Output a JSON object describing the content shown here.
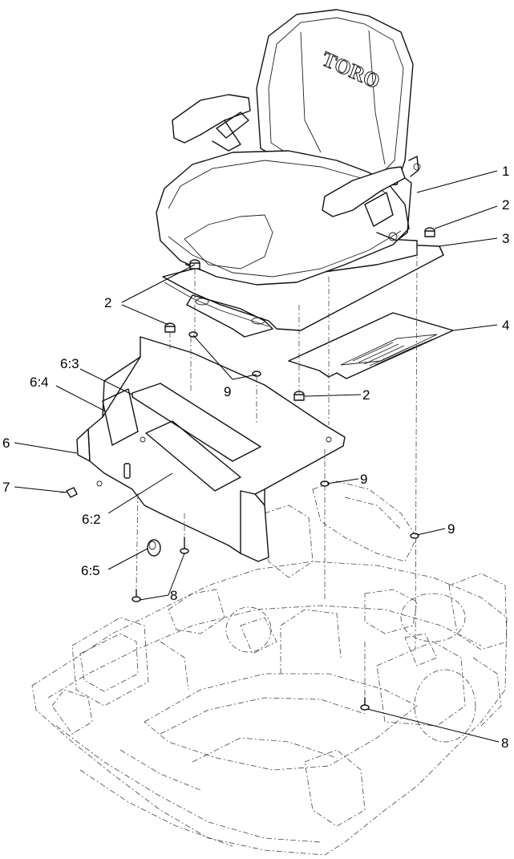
{
  "callouts": [
    {
      "id": "c1",
      "label": "1"
    },
    {
      "id": "c2a",
      "label": "2"
    },
    {
      "id": "c3",
      "label": "3"
    },
    {
      "id": "c2b",
      "label": "2"
    },
    {
      "id": "c4",
      "label": "4"
    },
    {
      "id": "c63",
      "label": "6:3"
    },
    {
      "id": "c64",
      "label": "6:4"
    },
    {
      "id": "c9a",
      "label": "9"
    },
    {
      "id": "c2c",
      "label": "2"
    },
    {
      "id": "c6",
      "label": "6"
    },
    {
      "id": "c9b",
      "label": "9"
    },
    {
      "id": "c7",
      "label": "7"
    },
    {
      "id": "c9c",
      "label": "9"
    },
    {
      "id": "c62",
      "label": "6:2"
    },
    {
      "id": "c65",
      "label": "6:5"
    },
    {
      "id": "c8a",
      "label": "8"
    },
    {
      "id": "c8b",
      "label": "8"
    }
  ],
  "seat_logo": "TORO"
}
